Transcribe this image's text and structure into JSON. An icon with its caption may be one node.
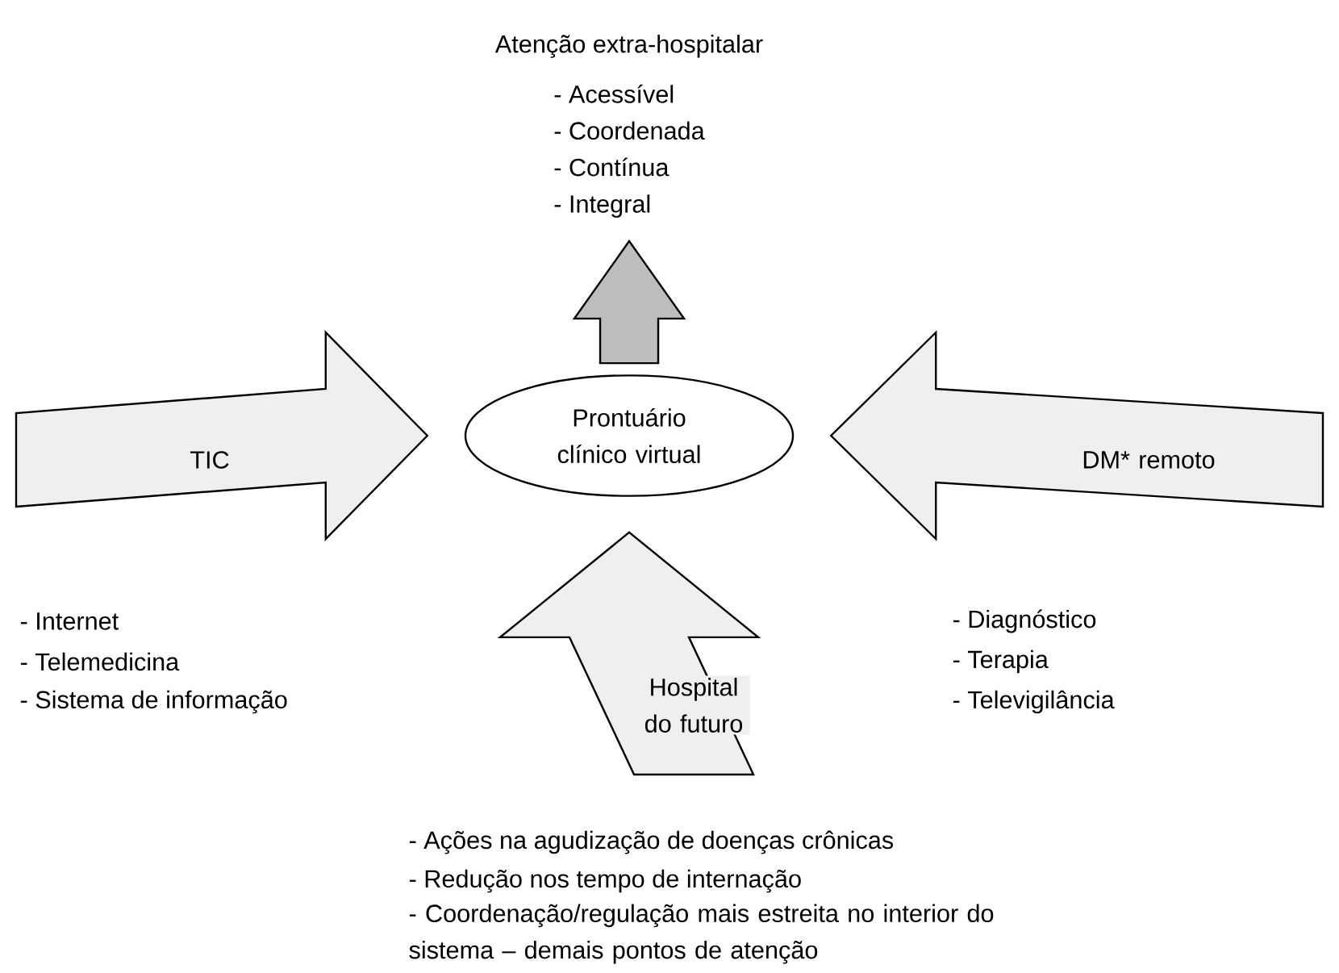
{
  "diagram": {
    "nodes": [
      {
        "text": [
          "Prontuário clínico virtual"
        ]
      },
      {
        "text": [
          "Atenção extra-hospitalar",
          "- Acessível",
          "- Coordenada",
          "- Contínua",
          "- Integral"
        ]
      }
    ],
    "edges": [
      {
        "from": 0,
        "to": 1,
        "arrow": "to",
        "color": "#bdbdbd"
      },
      {
        "from": null,
        "to": 0,
        "arrow": "to",
        "label": "TIC"
      },
      {
        "from": null,
        "to": 0,
        "arrow": "to",
        "label": "DM* remoto"
      },
      {
        "from": null,
        "to": 0,
        "arrow": "to",
        "label": "Hospital do futuro"
      }
    ],
    "labels": [
      "- Internet",
      "- Telemedicina",
      "- Sistema de informação",
      "- Diagnóstico",
      "- Terapia",
      "- Televigilância",
      "- Ações na agudização de doenças crônicas",
      "- Redução nos tempo de internação",
      "- Coordenação/regulação mais estreita no interior do sistema – demais pontos de atenção"
    ]
  }
}
